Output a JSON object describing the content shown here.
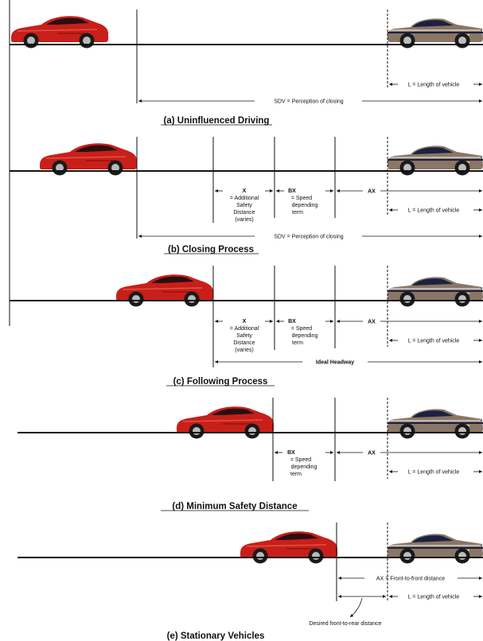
{
  "colors": {
    "red_car": "#c81f1a",
    "red_car_dark": "#7a0d0a",
    "corvette_body": "#8a7666",
    "corvette_top": "#1b2140",
    "road": "#111111"
  },
  "panels": {
    "a": {
      "title": "(a) Uninfluenced Driving",
      "length_label": "L = Length of vehicle",
      "sdv_label": "SDV = Perception of closing"
    },
    "b": {
      "title": "(b) Closing Process",
      "x_label": [
        "X",
        "= Additional",
        "Safety",
        "Distance",
        "(varies)"
      ],
      "bx_label": [
        "BX",
        "= Speed",
        "depending",
        "term"
      ],
      "ax_label": "AX",
      "length_label": "L = Length of vehicle",
      "sdv_label": "SDV = Perception of closing"
    },
    "c": {
      "title": "(c) Following Process",
      "x_label": [
        "X",
        "= Additional",
        "Safety",
        "Distance",
        "(varies)"
      ],
      "bx_label": [
        "BX",
        "= Speed",
        "depending",
        "term"
      ],
      "ax_label": "AX",
      "length_label": "L = Length of vehicle",
      "headway_label": "Ideal Headway"
    },
    "d": {
      "title": "(d) Minimum Safety Distance",
      "bx_label": [
        "BX",
        "= Speed",
        "depending",
        "term"
      ],
      "ax_label": "AX",
      "length_label": "L = Length of vehicle"
    },
    "e": {
      "title": "(e) Stationary Vehicles",
      "ax_label": "AX = Front-to-front distance",
      "length_label": "L = Length of vehicle",
      "desired_label": "Desired front-to-rear distance"
    }
  }
}
